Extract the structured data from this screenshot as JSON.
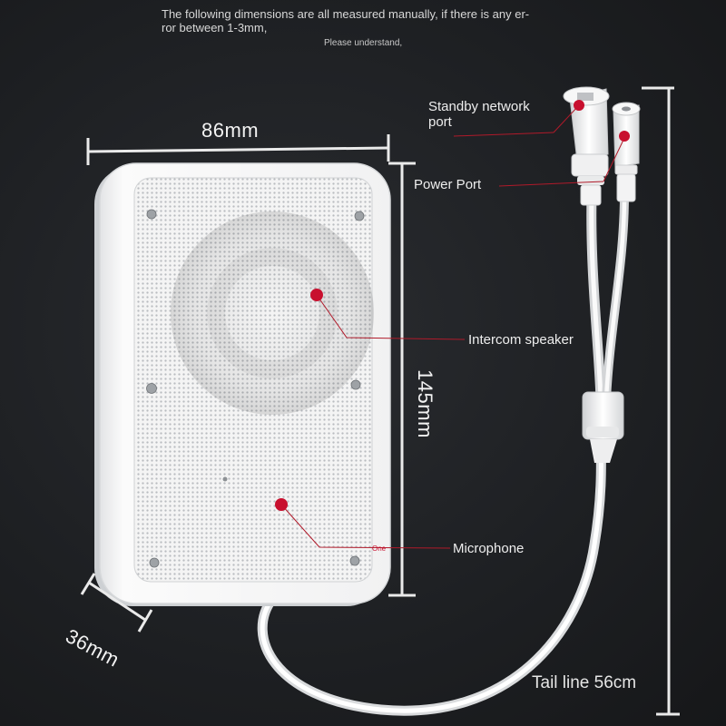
{
  "notice": {
    "line1": "The following dimensions are all measured manually, if there is any er-",
    "line2": "ror between 1-3mm,",
    "line3": "Please understand,"
  },
  "dimensions": {
    "width": "86mm",
    "height": "145mm",
    "depth": "36mm",
    "tail": "Tail line 56cm"
  },
  "labels": {
    "network_port": "Standby network port",
    "power_port": "Power Port",
    "speaker": "Intercom speaker",
    "microphone": "Microphone",
    "mic_tag": "One"
  },
  "colors": {
    "marker": "#c8102e",
    "leader_line": "#b01a2a"
  }
}
